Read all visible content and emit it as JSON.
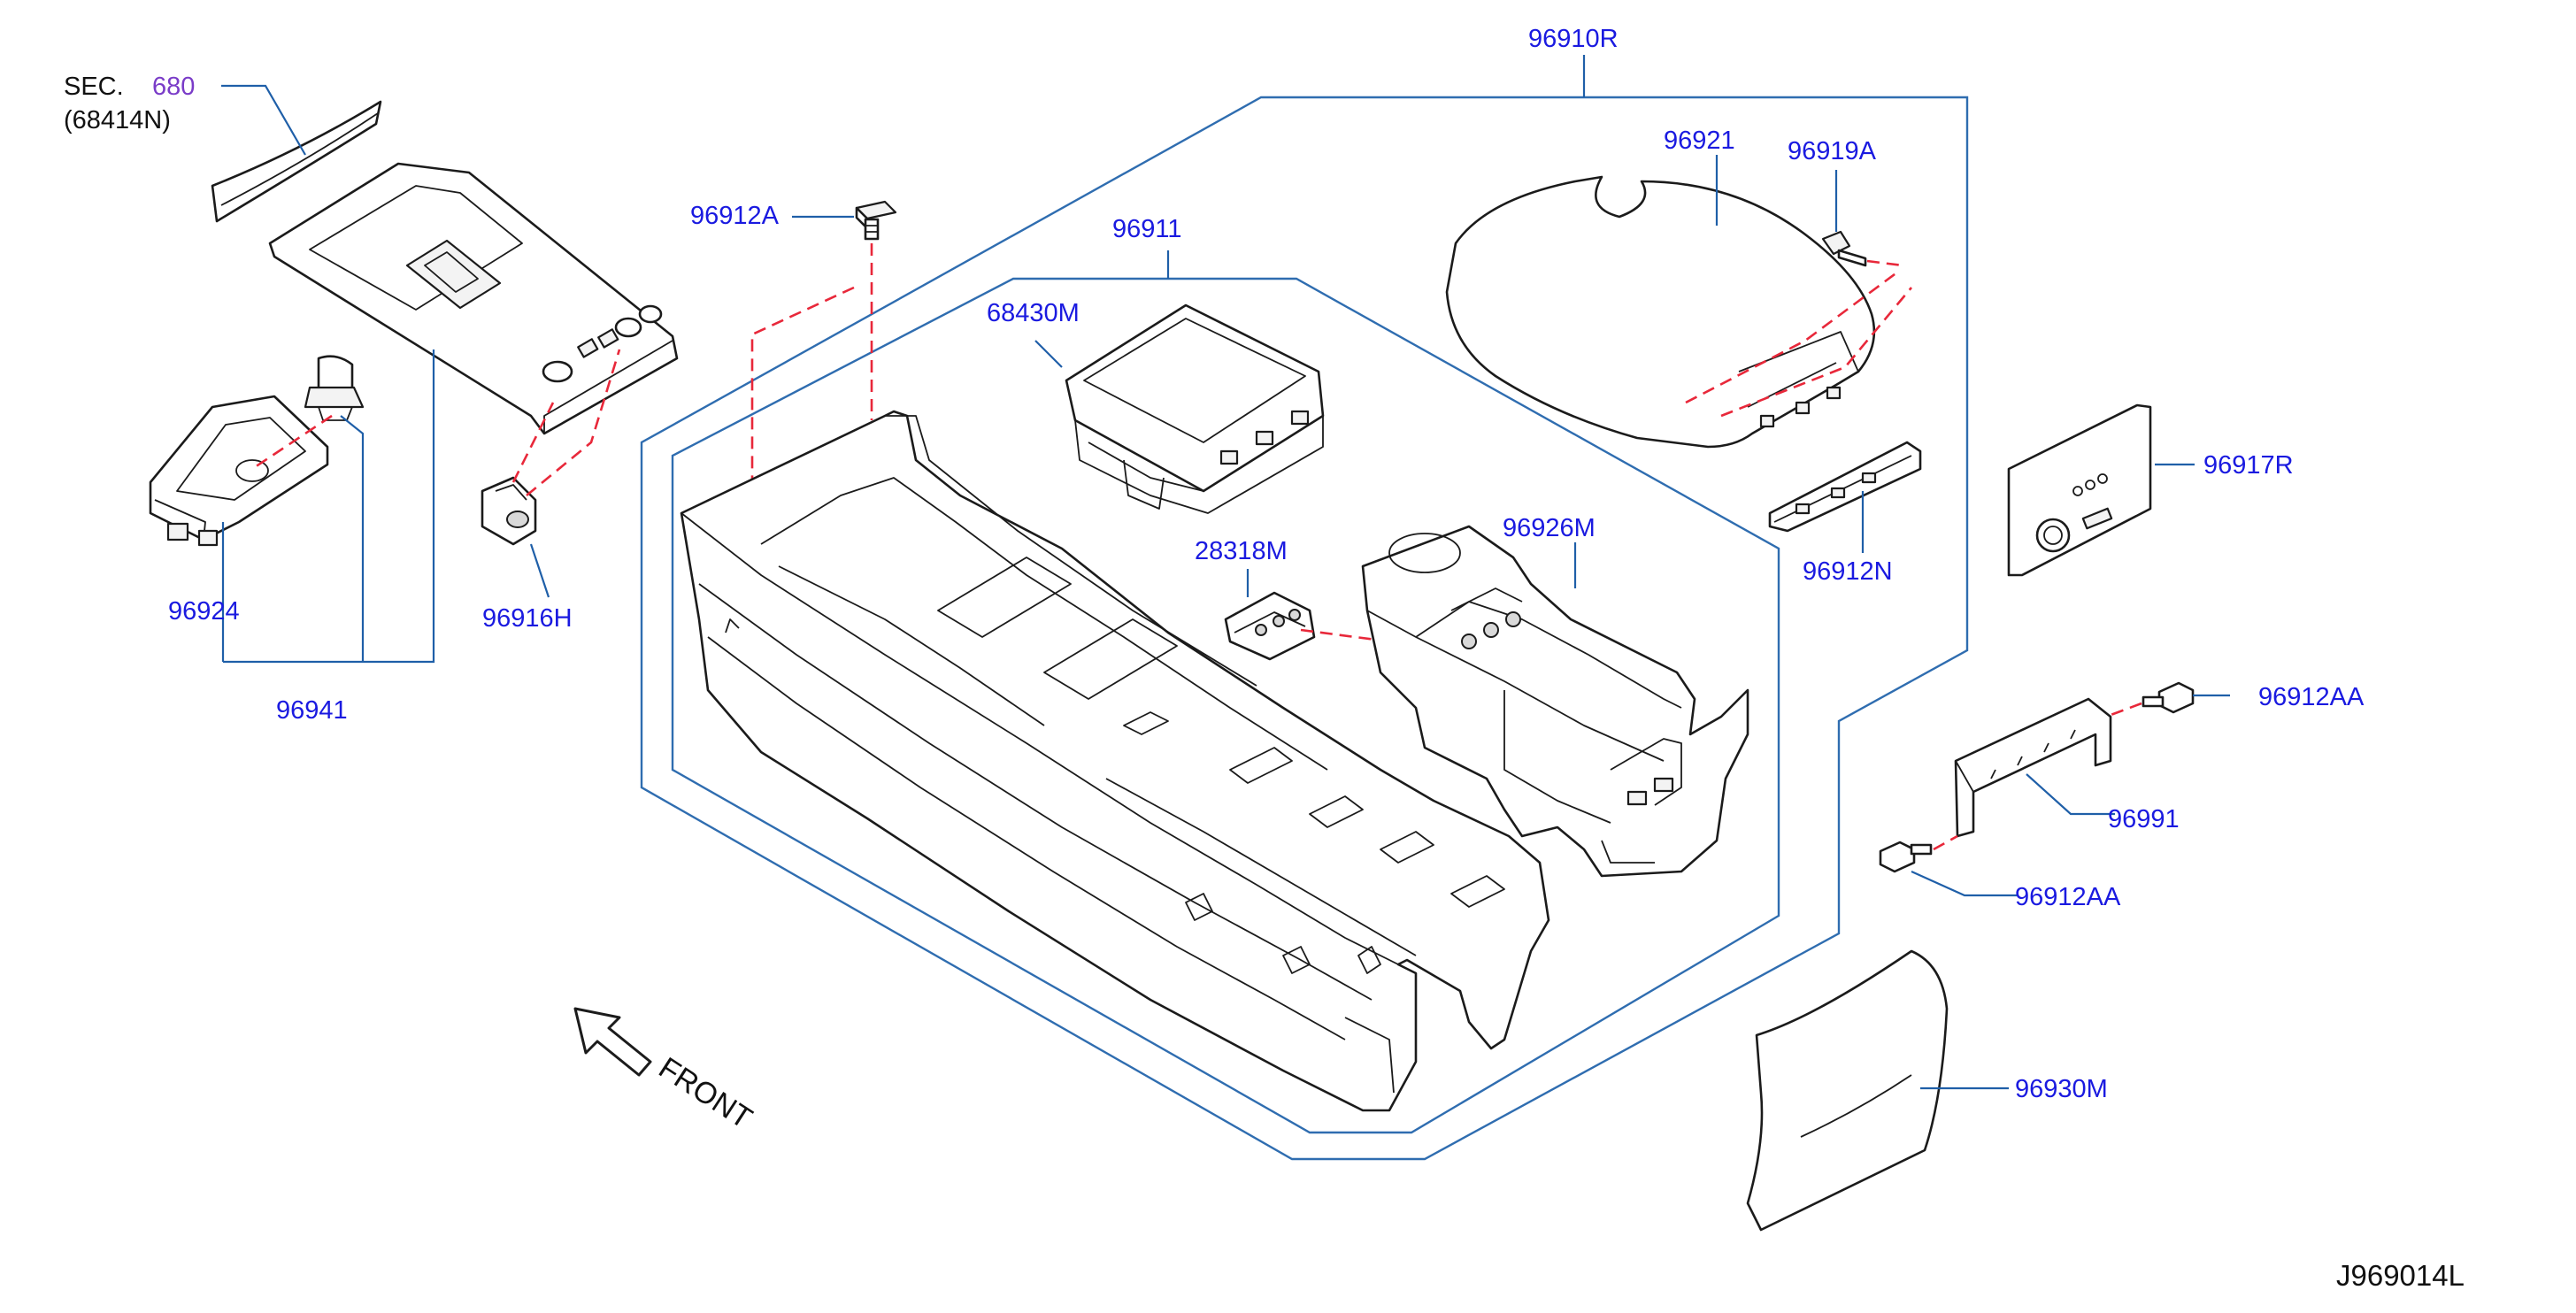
{
  "diagram_id": "J969014L",
  "section_ref": {
    "prefix": "SEC.",
    "number": "680",
    "subcode": "(68414N)"
  },
  "direction_label": "FRONT",
  "callouts": {
    "c96910R": "96910R",
    "c96921": "96921",
    "c96919A": "96919A",
    "c96912A": "96912A",
    "c96911": "96911",
    "c68430M": "68430M",
    "c96917R": "96917R",
    "c28318M": "28318M",
    "c96926M": "96926M",
    "c96912N": "96912N",
    "c96924": "96924",
    "c96916H": "96916H",
    "c96941": "96941",
    "c96912AA_top": "96912AA",
    "c96991": "96991",
    "c96912AA_bottom": "96912AA",
    "c96930M": "96930M"
  },
  "colors": {
    "callout": "#1a1ae0",
    "leader": "#1f5fa8",
    "dashed_guide": "#e8283a",
    "part_outline": "#1b1b1b",
    "section_number": "#7a3cc8"
  }
}
